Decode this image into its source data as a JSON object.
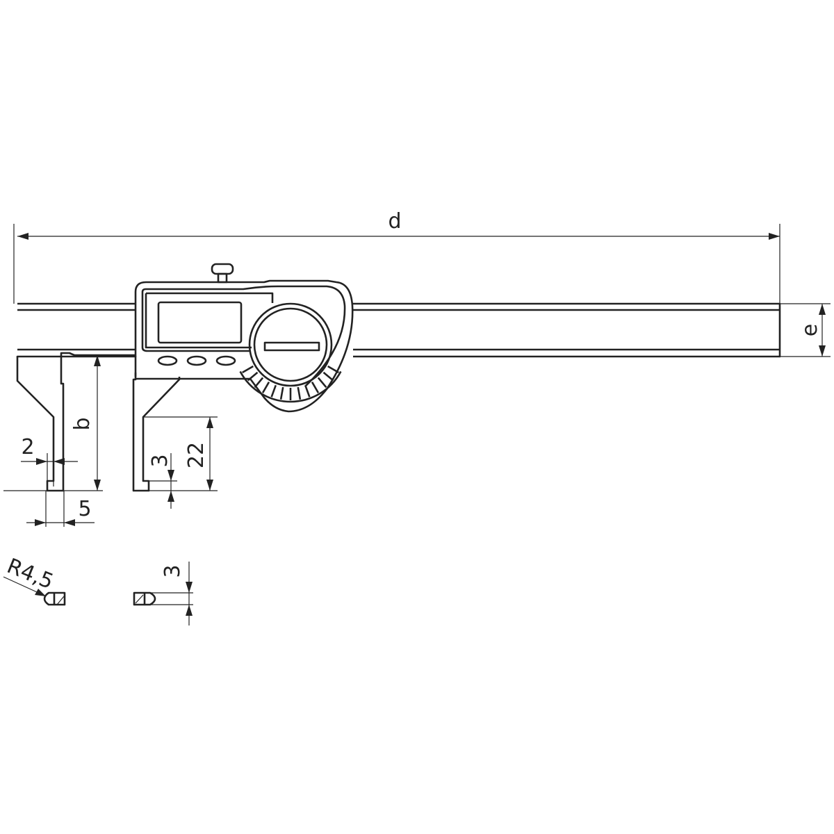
{
  "title": "Digital caliper with inside jaws – dimension drawing",
  "dimensions": {
    "overall_length": "d",
    "beam_height": "e",
    "jaw_depth": "b",
    "jaw_length": "22",
    "tip_height": "3",
    "tip_width": "2",
    "jaw_width": "5",
    "tip_radius": "R4,5",
    "section_height": "3"
  },
  "colors": {
    "line": "#222222",
    "background": "#ffffff"
  }
}
